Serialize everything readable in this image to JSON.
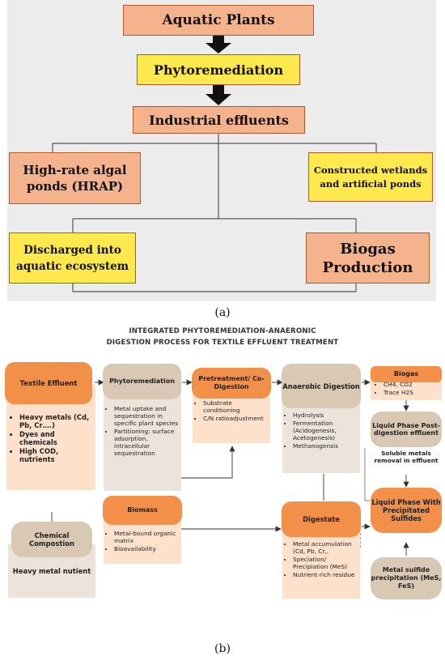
{
  "panel_a": {
    "label": "(a)",
    "nodes": {
      "aquatic_plants": "Aquatic Plants",
      "phytoremediation": "Phytoremediation",
      "industrial_effluents": "Industrial effluents",
      "hrap": "High-rate algal ponds (HRAP)",
      "wetlands": "Constructed wetlands and artificial ponds",
      "discharged": "Discharged into aquatic ecosystem",
      "biogas": "Biogas Production"
    },
    "colors": {
      "orange": "#f5b38d",
      "yellow": "#fde84e",
      "background": "#ececec"
    }
  },
  "panel_b": {
    "label": "(b)",
    "title_line1": "INTEGRATED PHYTOREMEDIATION-ANAERONIC",
    "title_line2": "DIGESTION PROCESS FOR TEXTILE EFFLUENT TREATMENT",
    "textile_effluent": {
      "header": "Textile Effluent",
      "items": [
        "Heavy metals (Cd, Pb, Cr….)",
        "Dyes and chemicals",
        "High COD, nutrients"
      ]
    },
    "phytoremediation": {
      "header": "Phytoremediation",
      "items": [
        "Metal uptake and sequestration in specific plant species",
        "Partitioning: surface adsorption, intracellular sequestration"
      ]
    },
    "pretreatment": {
      "header": "Pretreatment/ Co-Digestion",
      "items": [
        "Substrate conditioning",
        "C/N ratioadjustment"
      ]
    },
    "anaerobic": {
      "header": "Anaerobic Digestion",
      "items": [
        "Hydrolysis",
        "Fermentation (Acidogenesis, Acetogenesis)",
        "Methanogensis"
      ]
    },
    "biogas": {
      "header": "Biogas",
      "items": [
        "CH4, CO2",
        "Trace H2S"
      ]
    },
    "liquid_phase_post": {
      "header": "Liquid Phase Post-digestion effluent",
      "note": "Soluble metals removal in effluent"
    },
    "biomass": {
      "header": "Biomass",
      "items": [
        "Metal-bound organic matrix",
        "Bioavailability"
      ]
    },
    "chemical": {
      "header": "Chemical Compostion",
      "note": "Heavy metal nutient"
    },
    "digestate": {
      "header": "Digestate",
      "items": [
        "Metal accumulation (Cd, Pb, Cr,.",
        "Speciation/ Precipiation (MeS)",
        "Nutrient-rich residue"
      ]
    },
    "liquid_phase_sulfides": {
      "header": "Liquid Phase With Precipitated Sulfides"
    },
    "metal_sulfide": {
      "header": "Metal sulfide precipitation (MeS, FeS)"
    },
    "colors": {
      "header_orange": "#f28f49",
      "header_tan": "#d9c8b3",
      "panel_peach": "#fde1cb",
      "panel_tan": "#ece4db"
    }
  }
}
